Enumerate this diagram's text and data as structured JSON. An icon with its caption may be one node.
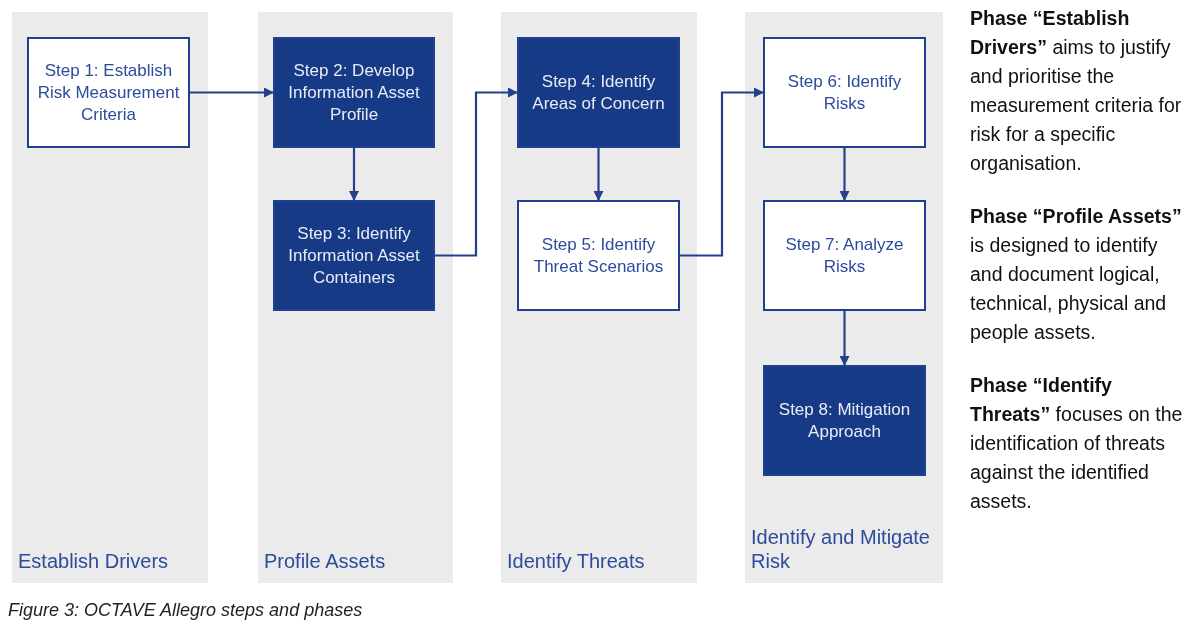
{
  "diagram": {
    "caption": "Figure 3: OCTAVE Allegro steps and phases",
    "nodes": [
      {
        "text": [
          "Establish Drivers"
        ]
      },
      {
        "text": [
          "Step 1: Establish Risk Measurement Criteria"
        ],
        "in": 0
      },
      {
        "text": [
          "Profile Assets"
        ]
      },
      {
        "text": [
          "Step 2: Develop Information Asset Profile"
        ],
        "in": 2
      },
      {
        "text": [
          "Step 3: Identify Information Asset Containers"
        ],
        "in": 2
      },
      {
        "text": [
          "Identify Threats"
        ]
      },
      {
        "text": [
          "Step 4: Identify Areas of Concern"
        ],
        "in": 5
      },
      {
        "text": [
          "Step 5: Identify Threat Scenarios"
        ],
        "in": 5
      },
      {
        "text": [
          "Identify and Mitigate Risk"
        ]
      },
      {
        "text": [
          "Step 6: Identify Risks"
        ],
        "in": 8
      },
      {
        "text": [
          "Step 7: Analyze Risks"
        ],
        "in": 8
      },
      {
        "text": [
          "Step 8: Mitigation Approach"
        ],
        "in": 8
      }
    ],
    "edges": [
      {
        "from": 1,
        "to": 3,
        "arrow": "to"
      },
      {
        "from": 3,
        "to": 4,
        "arrow": "to"
      },
      {
        "from": 4,
        "to": 6,
        "arrow": "to"
      },
      {
        "from": 6,
        "to": 7,
        "arrow": "to"
      },
      {
        "from": 7,
        "to": 9,
        "arrow": "to"
      },
      {
        "from": 9,
        "to": 10,
        "arrow": "to"
      },
      {
        "from": 10,
        "to": 11,
        "arrow": "to"
      }
    ],
    "labels": [
      "**Phase “Establish Drivers”** aims to justify and prioritise the measurement criteria for risk for a specific organisation.",
      "**Phase “Profile Assets”** is designed to identify and document logical, technical, physical and people assets.",
      "**Phase “Identify Threats”** focuses on the identification of threats against the identified assets."
    ]
  }
}
